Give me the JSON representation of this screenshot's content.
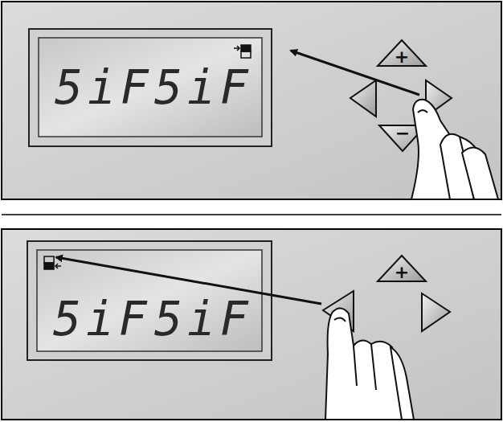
{
  "diagram": {
    "labels": [
      "5iF",
      "5iF",
      "+",
      "−",
      "5iF",
      "5iF",
      "+"
    ]
  }
}
